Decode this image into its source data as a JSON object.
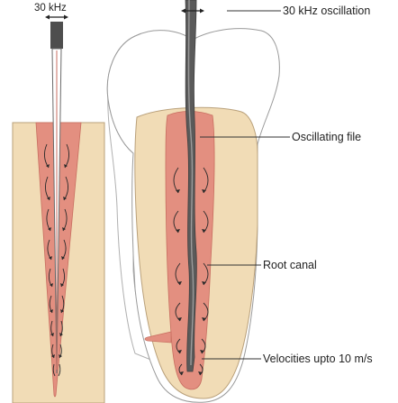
{
  "colors": {
    "dentin": "#f1dcb6",
    "dentin_outline": "#b9a07a",
    "canal": "#e38f80",
    "canal_outline": "#c86e60",
    "enamel": "#ffffff",
    "file_dark": "#5a5a5a",
    "file_light": "#9a9a9a",
    "arrow": "#2a2a2a",
    "leader": "#333333"
  },
  "labels": {
    "left_frequency": "30 kHz",
    "oscillation": "30 kHz oscillation",
    "oscillating_file": "Oscillating file",
    "root_canal": "Root canal",
    "velocities": "Velocities upto 10 m/s"
  },
  "icons": {
    "left_oscillation": "double-arrow-horizontal-icon",
    "right_oscillation": "double-arrow-horizontal-icon"
  }
}
